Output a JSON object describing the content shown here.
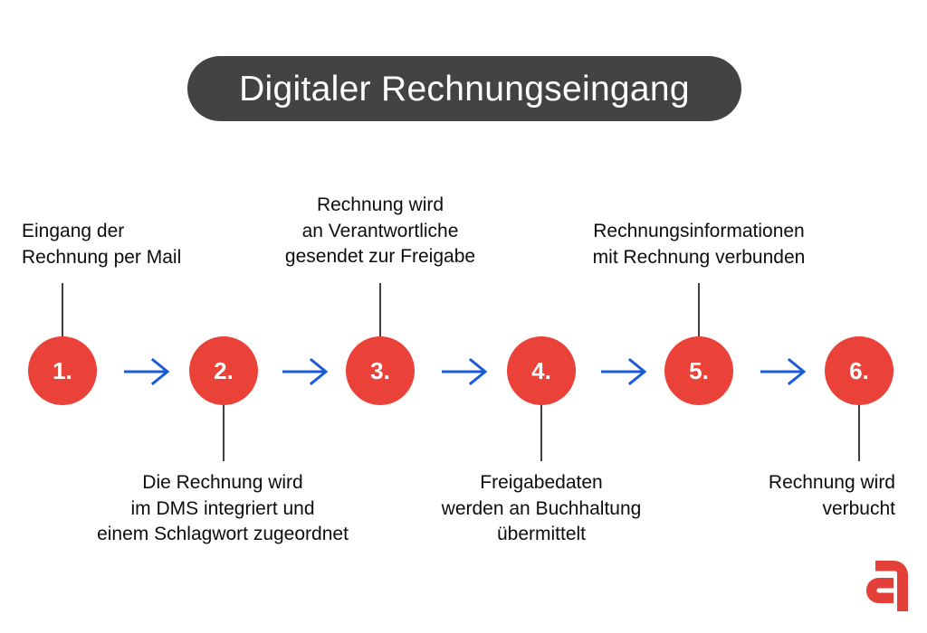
{
  "title": {
    "text": "Digitaler Rechnungseingang"
  },
  "colors": {
    "pill_background": "#434343",
    "title_text": "#FFFFFF",
    "circle_fill": "#EA4138",
    "circle_number_text": "#FFFFFF",
    "arrow": "#1A5CD8",
    "connector_line": "#3F3F3F",
    "label_text": "#0D0D0D",
    "logo": "#E3403A",
    "page_background": "#FFFFFF"
  },
  "steps": [
    {
      "number": "1.",
      "position": "top",
      "align": "left",
      "lines": [
        "Eingang der",
        "Rechnung per Mail"
      ]
    },
    {
      "number": "2.",
      "position": "bottom",
      "align": "center",
      "lines": [
        "Die Rechnung wird",
        "im DMS integriert und",
        "einem Schlagwort zugeordnet"
      ]
    },
    {
      "number": "3.",
      "position": "top",
      "align": "center",
      "lines": [
        "Rechnung wird",
        "an Verantwortliche",
        "gesendet zur Freigabe"
      ]
    },
    {
      "number": "4.",
      "position": "bottom",
      "align": "center",
      "lines": [
        "Freigabedaten",
        "werden an Buchhaltung",
        "übermittelt"
      ]
    },
    {
      "number": "5.",
      "position": "top",
      "align": "center",
      "lines": [
        "Rechnungsinformationen",
        "mit Rechnung verbunden"
      ]
    },
    {
      "number": "6.",
      "position": "bottom",
      "align": "right",
      "lines": [
        "Rechnung wird",
        "verbucht"
      ]
    }
  ],
  "arrows": {
    "count": 5,
    "icon": "arrow-right-icon"
  },
  "logo": {
    "icon": "company-a-logo"
  }
}
